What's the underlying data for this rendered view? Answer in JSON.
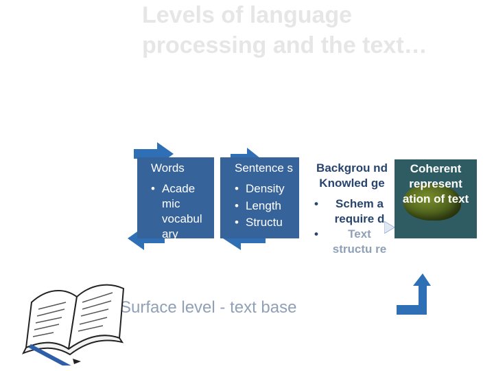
{
  "title": {
    "line1": "Levels of language",
    "line2": "processing and the text…"
  },
  "words_box": {
    "heading": "Words",
    "items": [
      "Acade mic vocabul ary"
    ]
  },
  "sentences_box": {
    "heading": "Sentence s",
    "items": [
      "Density",
      "Length",
      "Structu"
    ]
  },
  "background_block": {
    "heading": "Backgrou nd Knowled ge",
    "items": [
      "Schem a require d",
      "Text structu re"
    ]
  },
  "coherent_box": {
    "text": "Coherent represent ation of text"
  },
  "surface_label": "Surface level - text base",
  "colors": {
    "box_blue": "#36639a",
    "coherent_teal": "#2f5c63",
    "arrow_blue": "#2e6fb5",
    "title_gray": "#e6e6e6"
  },
  "icons": [
    "right-arrow-icon",
    "left-arrow-icon",
    "up-arrow-icon",
    "brain-icon",
    "open-book-icon",
    "pen-icon"
  ]
}
